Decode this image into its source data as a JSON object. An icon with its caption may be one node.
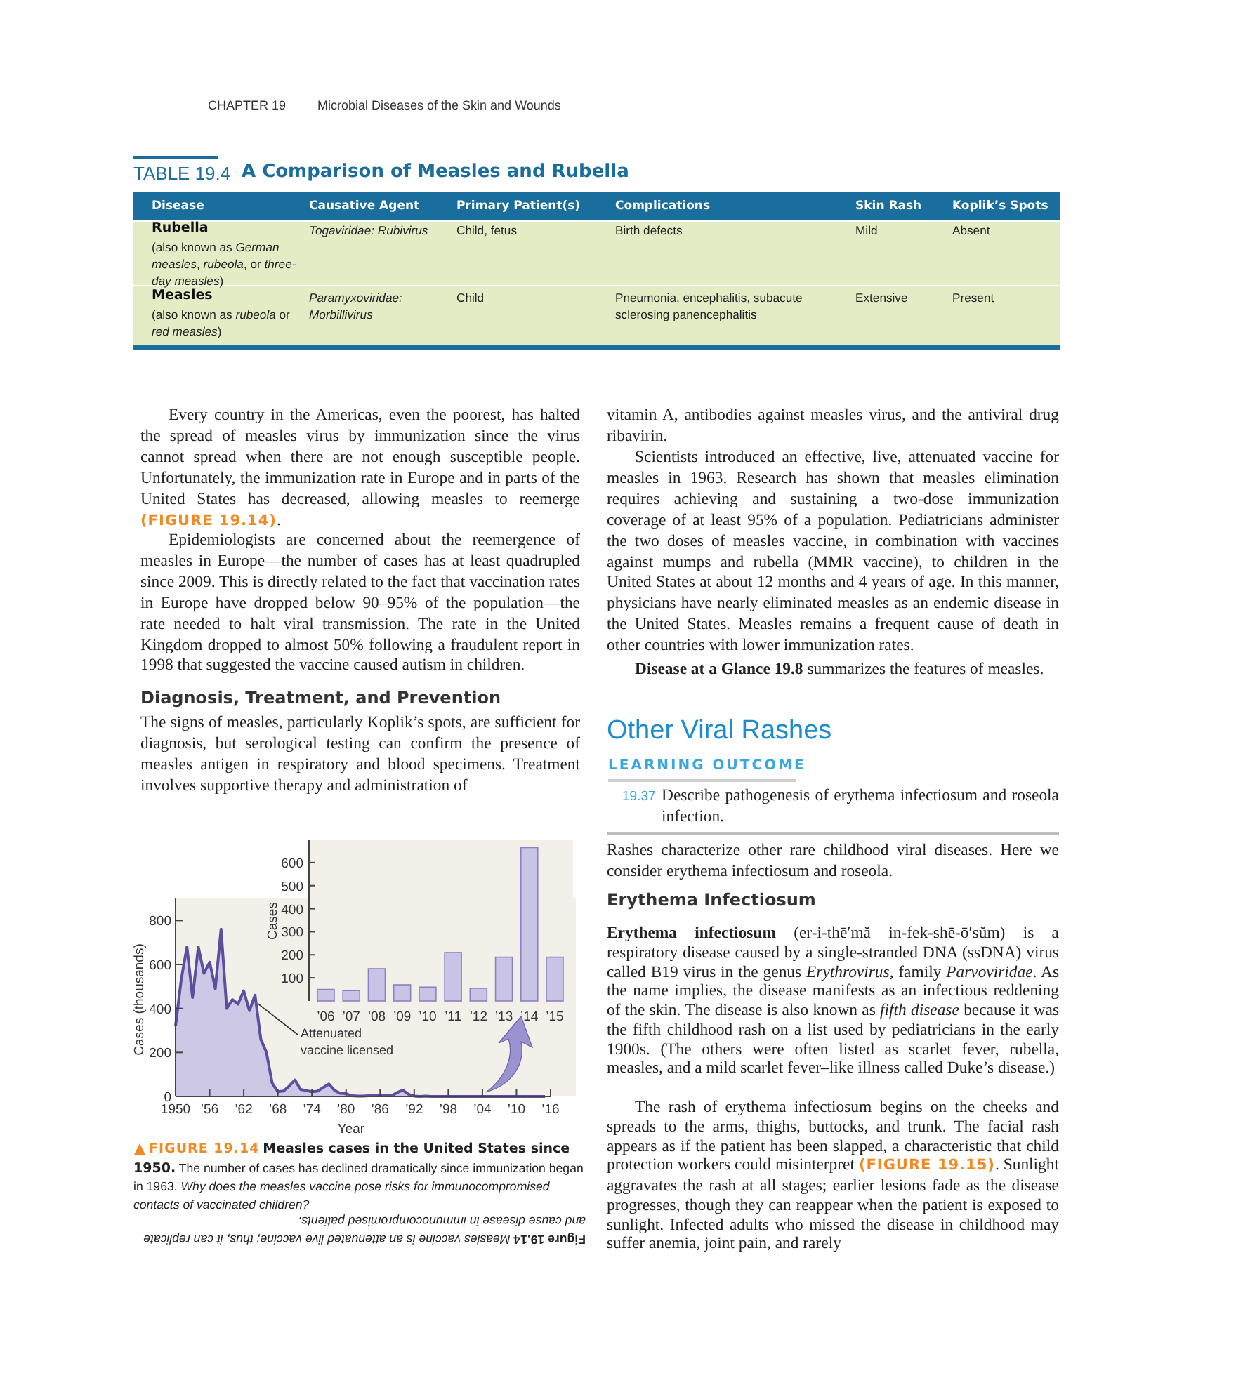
{
  "diagram": {
    "labels": [
      "CHAPTER 19",
      "Microbial Diseases of the Skin and Wounds",
      "TABLE 19.4",
      "A Comparison of Measles and Rubella",
      "Disease",
      "Causative Agent",
      "Primary Patient(s)",
      "Complications",
      "Skin Rash",
      "Koplik’s Spots",
      "Rubella",
      "(also known as *German measles*, *rubeola*, or *three-day measles*)",
      "Togaviridae: Rubivirus",
      "Child, fetus",
      "Birth defects",
      "Mild",
      "Absent",
      "Measles",
      "(also known as *rubeola* or *red measles*)",
      "Paramyxoviridae: Morbillivirus",
      "Child",
      "Pneumonia, encephalitis, subacute sclerosing panencephalitis",
      "Extensive",
      "Present",
      "Every country in the Americas, even the poorest, has halted the spread of measles virus by immunization since the virus cannot spread when there are not enough susceptible people. Unfortunately, the immunization rate in Europe and in parts of the United States has decreased, allowing measles to reemerge **(FIGURE 19.14)**.",
      "Epidemiologists are concerned about the reemergence of measles in Europe—the number of cases has at least quadrupled since 2009. This is directly related to the fact that vaccination rates in Europe have dropped below 90–95% of the population—the rate needed to halt viral transmission. The rate in the United Kingdom dropped to almost 50% following a fraudulent report in 1998 that suggested the vaccine caused autism in children.",
      "Diagnosis, Treatment, and Prevention",
      "The signs of measles, particularly Koplik’s spots, are sufficient for diagnosis, but serological testing can confirm the presence of measles antigen in respiratory and blood specimens. Treatment involves supportive therapy and administration of",
      "**FIGURE 19.14** **Measles cases in the United States since 1950.** The number of cases has declined dramatically since immunization began in 1963. *Why does the measles vaccine pose risks for immunocompromised contacts of vaccinated children?*",
      "**Figure 19.14** *Measles vaccine is an attenuated live vaccine; thus, it can replicate and cause disease in immunocompromised patients.*",
      "vitamin A, antibodies against measles virus, and the antiviral drug ribavirin.",
      "Scientists introduced an effective, live, attenuated vaccine for measles in 1963. Research has shown that measles elimination requires achieving and sustaining a two-dose immunization coverage of at least 95% of a population. Pediatricians administer the two doses of measles vaccine, in combination with vaccines against mumps and rubella (MMR vaccine), to children in the United States at about 12 months and 4 years of age. In this manner, physicians have nearly eliminated measles as an endemic disease in the United States. Measles remains a frequent cause of death in other countries with lower immunization rates.",
      "**Disease at a Glance 19.8** summarizes the features of measles.",
      "Other Viral Rashes",
      "LEARNING OUTCOME",
      "19.37",
      "Describe pathogenesis of erythema infectiosum and roseola infection.",
      "Rashes characterize other rare childhood viral diseases. Here we consider erythema infectiosum and roseola.",
      "Erythema Infectiosum",
      "**Erythema infectiosum** (er-i-thē′mă in-fek-shē-ō′sŭm) is a respiratory disease caused by a single-stranded DNA (ssDNA) virus called B19 virus in the genus *Erythrovirus*, family *Parvoviridae*. As the name implies, the disease manifests as an infectious reddening of the skin. The disease is also known as *fifth disease* because it was the fifth childhood rash on a list used by pediatricians in the early 1900s. (The others were often listed as scarlet fever, rubella, measles, and a mild scarlet fever–like illness called Duke’s disease.)",
      "The rash of erythema infectiosum begins on the cheeks and spreads to the arms, thighs, buttocks, and trunk. The facial rash appears as if the patient has been slapped, a characteristic that child protection workers could misinterpret **(FIGURE 19.15)**. Sunlight aggravates the rash at all stages; earlier lesions fade as the disease progresses, though they can reappear when the patient is exposed to sunlight. Infected adults who missed the disease in childhood may suffer anemia, joint pain, and rarely"
    ],
    "chart_data": [
      {
        "type": "area",
        "xlabel": "Year",
        "ylabel": "Cases (thousands)",
        "x": [
          1950,
          1951,
          1952,
          1953,
          1954,
          1955,
          1956,
          1957,
          1958,
          1959,
          1960,
          1961,
          1962,
          1963,
          1964,
          1965,
          1966,
          1967,
          1968,
          1969,
          1970,
          1971,
          1972,
          1973,
          1974,
          1975,
          1976,
          1977,
          1978,
          1979,
          1980,
          1981,
          1982,
          1983,
          1984,
          1985,
          1986,
          1987,
          1988,
          1989,
          1990,
          1991,
          1992,
          1993,
          1994,
          1995,
          1996,
          1997,
          1998,
          1999,
          2000,
          2001,
          2002,
          2003,
          2004,
          2005,
          2006,
          2007,
          2008,
          2009,
          2010,
          2011,
          2012,
          2013,
          2014,
          2015
        ],
        "series": [
          {
            "color": "#5b4f9e",
            "values": [
              320,
              530,
              680,
              450,
              680,
              560,
              610,
              490,
              760,
              400,
              440,
              420,
              480,
              390,
              460,
              260,
              200,
              60,
              22,
              25,
              47,
              75,
              32,
              27,
              22,
              24,
              41,
              57,
              27,
              14,
              13,
              3,
              2,
              2,
              3,
              3,
              6,
              4,
              3,
              18,
              28,
              10,
              2,
              0,
              1,
              0,
              0,
              0,
              0,
              0,
              0,
              0,
              0,
              0,
              0,
              0,
              0,
              0,
              0,
              0,
              0,
              0,
              0,
              0,
              0,
              0
            ]
          }
        ],
        "xlim": [
          1950,
          2016
        ],
        "ylim": [
          0,
          900
        ],
        "xticks": [
          {
            "value": 1950,
            "label": "1950"
          },
          {
            "value": 1956,
            "label": "’56"
          },
          {
            "value": 1962,
            "label": "’62"
          },
          {
            "value": 1968,
            "label": "’68"
          },
          {
            "value": 1974,
            "label": "’74"
          },
          {
            "value": 1980,
            "label": "’80"
          },
          {
            "value": 1986,
            "label": "’86"
          },
          {
            "value": 1992,
            "label": "’92"
          },
          {
            "value": 1998,
            "label": "’98"
          },
          {
            "value": 2004,
            "label": "’04"
          },
          {
            "value": 2010,
            "label": "’10"
          },
          {
            "value": 2016,
            "label": "’16"
          }
        ],
        "yticks": [
          0,
          200,
          400,
          600,
          800
        ],
        "annotations": [
          "Attenuated vaccine licensed"
        ]
      },
      {
        "type": "bar",
        "ylabel": "Cases",
        "categories": [
          "’06",
          "’07",
          "’08",
          "’09",
          "’10",
          "’11",
          "’12",
          "’13",
          "’14",
          "’15"
        ],
        "series": [
          {
            "color": "#c9c4e6",
            "values": [
              50,
              45,
              140,
              70,
              60,
              210,
              55,
              190,
              665,
              190
            ]
          }
        ],
        "ylim": [
          0,
          700
        ],
        "yticks": [
          100,
          200,
          300,
          400,
          500,
          600
        ]
      }
    ]
  }
}
